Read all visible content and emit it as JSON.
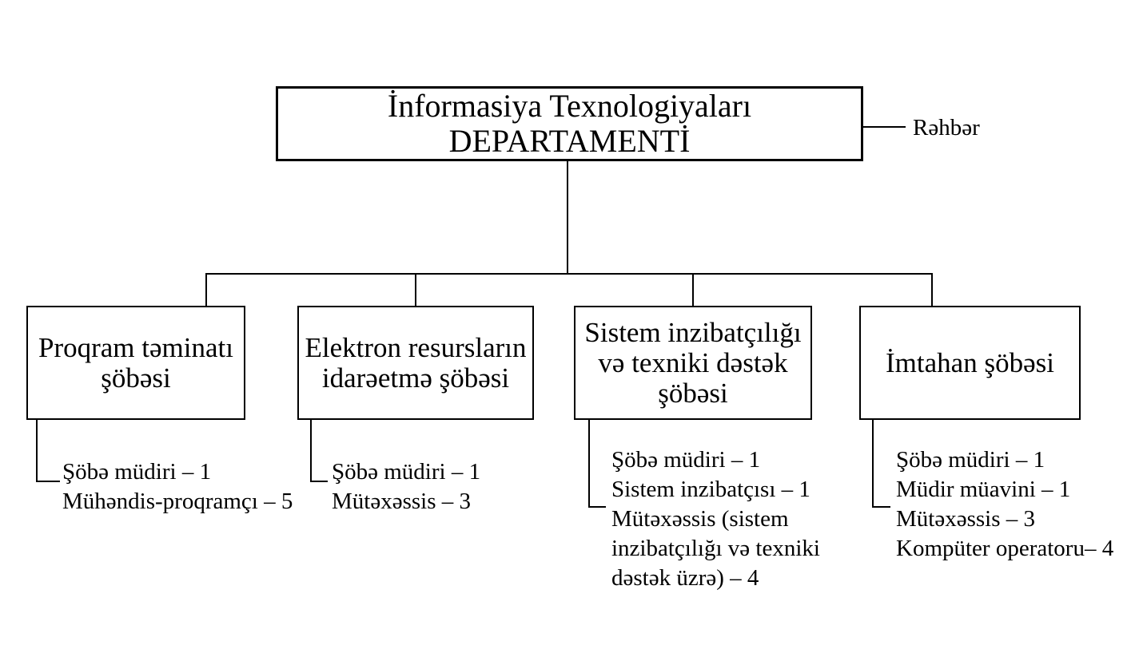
{
  "page": {
    "background_color": "#ffffff",
    "line_color": "#000000",
    "text_color": "#000000"
  },
  "org_chart": {
    "root": {
      "title_lines": [
        "İnformasiya Texnologiyaları",
        "DEPARTAMENTİ"
      ],
      "manager_label": "Rəhbər"
    },
    "departments": [
      {
        "name_lines": [
          "Proqram təminatı",
          "şöbəsi"
        ],
        "staff": [
          "Şöbə müdiri – 1",
          "Mühəndis-proqramçı – 5"
        ]
      },
      {
        "name_lines": [
          "Elektron resursların",
          "idarəetmə şöbəsi"
        ],
        "staff": [
          "Şöbə müdiri – 1",
          "Mütəxəssis – 3"
        ]
      },
      {
        "name_lines": [
          "Sistem inzibatçılığı",
          "və texniki dəstək",
          "şöbəsi"
        ],
        "staff": [
          "Şöbə müdiri – 1",
          "Sistem inzibatçısı – 1",
          "Mütəxəssis (sistem inzibatçılığı və texniki dəstək üzrə) – 4"
        ]
      },
      {
        "name_lines": [
          "İmtahan şöbəsi"
        ],
        "staff": [
          "Şöbə müdiri – 1",
          "Müdir müavini – 1",
          "Mütəxəssis – 3",
          "Kompüter operatoru– 4"
        ]
      }
    ]
  }
}
